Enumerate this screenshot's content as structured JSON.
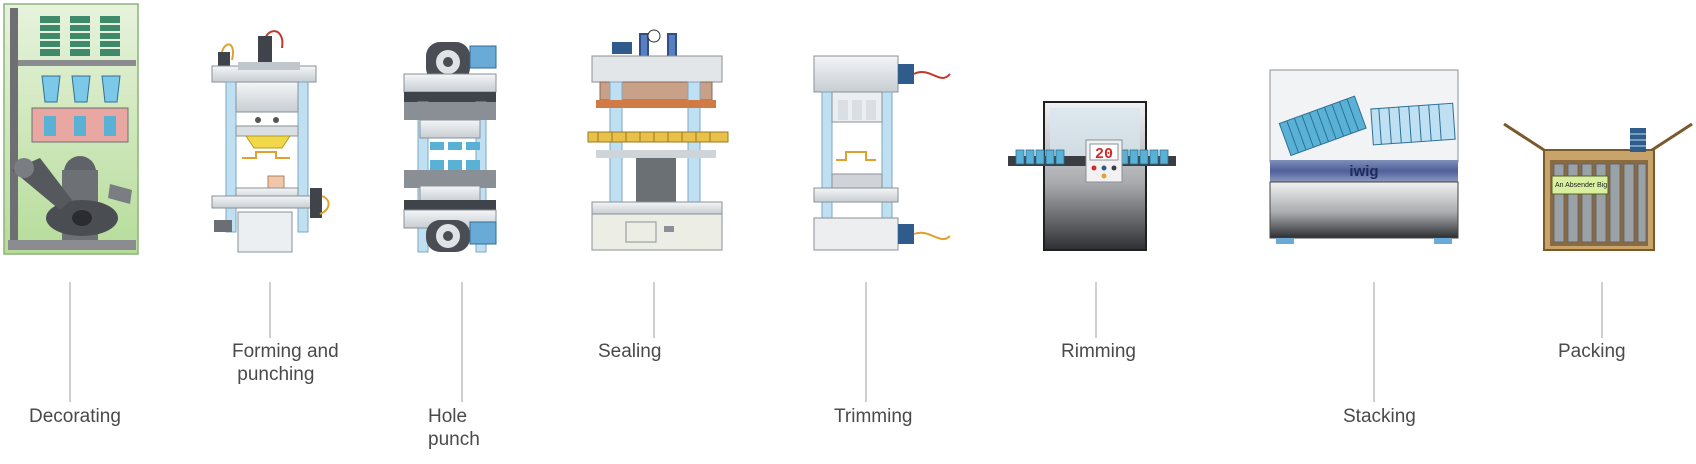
{
  "brand": "iwig",
  "display_value": "20",
  "stamp_text": "An Absender Big",
  "stations": [
    {
      "id": "decorating",
      "label": "Decorating"
    },
    {
      "id": "forming",
      "label": "Forming and\n punching"
    },
    {
      "id": "hole-punch",
      "label": "Hole\npunch"
    },
    {
      "id": "sealing",
      "label": "Sealing"
    },
    {
      "id": "trimming",
      "label": "Trimming"
    },
    {
      "id": "rimming",
      "label": "Rimming"
    },
    {
      "id": "stacking",
      "label": "Stacking"
    },
    {
      "id": "packing",
      "label": "Packing"
    }
  ],
  "colors": {
    "steel": "#d9dfe3",
    "blue": "#4a90c8",
    "light_blue": "#bfe0f2",
    "dark": "#3c4148",
    "green": "#c9e6b4",
    "brown": "#8a5a2b"
  }
}
